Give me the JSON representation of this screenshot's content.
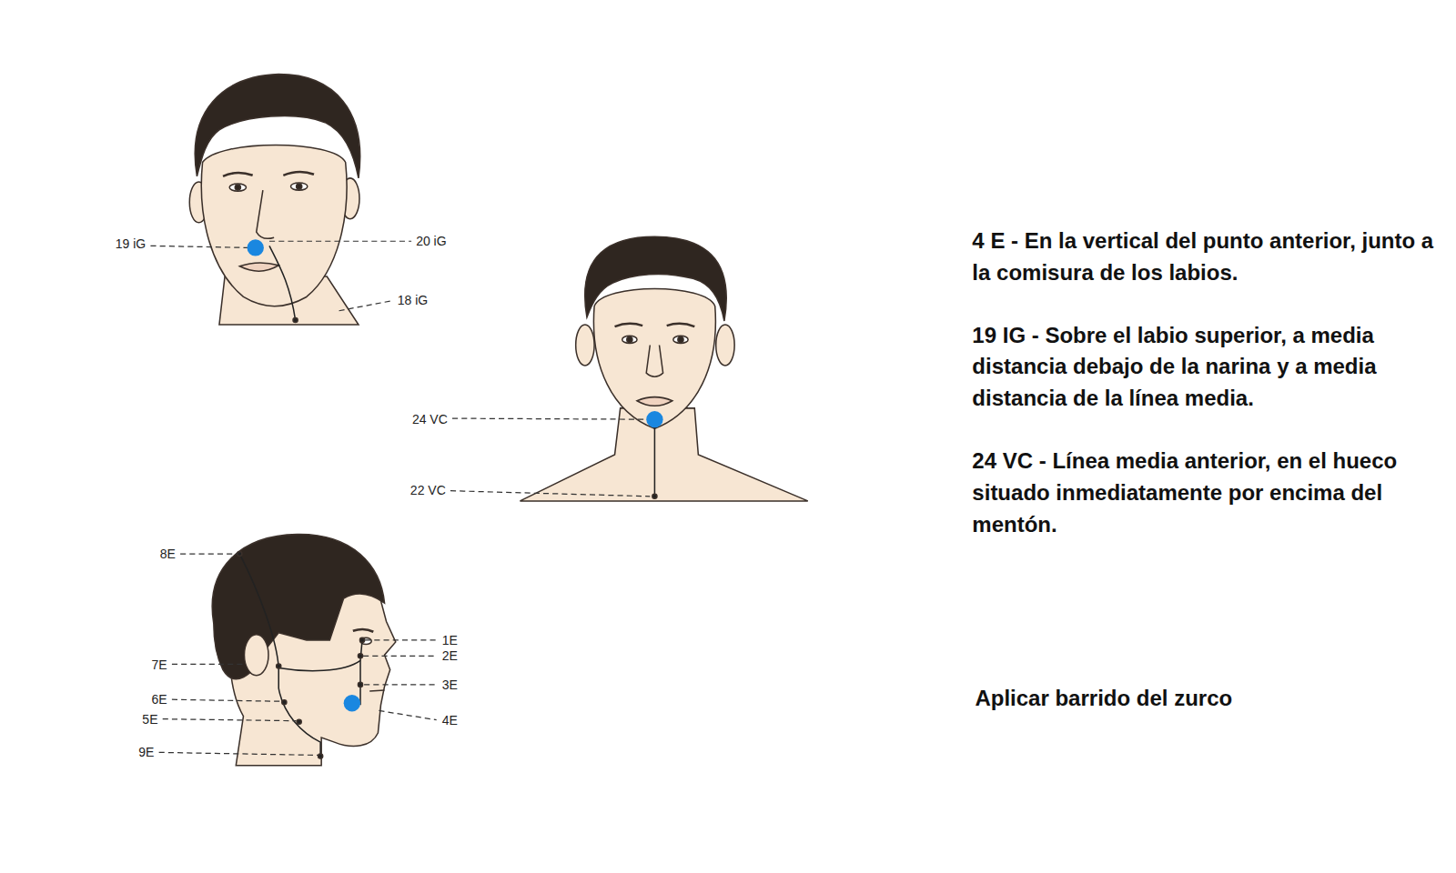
{
  "diagram": {
    "labels": [
      "19 iG",
      "20 iG",
      "18 iG",
      "4 E - En la vertical del punto anterior, junto a la comisura de los labios.",
      "24 VC",
      "19 IG - Sobre el labio superior, a media distancia debajo de la narina y a media distancia de la línea media.",
      "22 VC",
      "24 VC - Línea media anterior, en el hueco situado inmediatamente por encima del mentón.",
      "8E",
      "1E",
      "2E",
      "7E",
      "3E",
      "6E",
      "5E",
      "4E",
      "9E",
      "Aplicar barrido del zurco"
    ]
  }
}
